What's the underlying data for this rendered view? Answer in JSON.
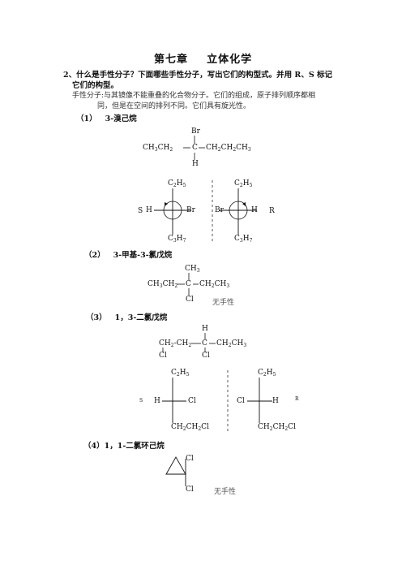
{
  "title": {
    "chapter": "第七章",
    "name": "立体化学"
  },
  "question": {
    "line1": "2、什么是手性分子？下面哪些手性分子，写出它们的构型式。并用 R、S 标记",
    "line2": "它们的构型。"
  },
  "answer": {
    "line1": "手性分子:与其镜像不能重叠的化合物分子。它们的组成，原子排列顺序都相",
    "line2": "同，但是在空间的排列不同。它们具有旋光性。"
  },
  "items": [
    {
      "number": "（1）",
      "name": "3-溴己烷",
      "formula": {
        "top": "Br",
        "left": "CH3CH2",
        "center": "C",
        "right": "CH2CH2CH3",
        "bottom": "H"
      },
      "fischer_left": {
        "label": "S",
        "top": "C2H5",
        "left": "H",
        "right": "Br",
        "bottom": "C3H7"
      },
      "fischer_right": {
        "label": "R",
        "top": "C2H5",
        "left": "Br",
        "right": "H",
        "bottom": "C3H7"
      }
    },
    {
      "number": "（2）",
      "name": "3-甲基-3-氯戊烷",
      "formula": {
        "top": "CH3",
        "left": "CH3CH2",
        "center": "C",
        "right": "CH2CH3",
        "bottom": "Cl"
      },
      "note": "无手性"
    },
    {
      "number": "（3）",
      "name": "1，3-二氯戊烷",
      "formula": {
        "top": "H",
        "left": "CH2-CH2",
        "center": "C",
        "right": "CH2CH3",
        "bottom_left": "Cl",
        "bottom": "Cl"
      },
      "fischer_left": {
        "label": "S",
        "top": "C2H5",
        "left": "H",
        "right": "Cl",
        "bottom": "CH2CH2Cl"
      },
      "fischer_right": {
        "label": "R",
        "top": "C2H5",
        "left": "Cl",
        "right": "H",
        "bottom": "CH2CH2Cl"
      }
    },
    {
      "number": "（4）",
      "name": "1，1-二氯环己烷",
      "formula": {
        "top": "Cl",
        "bottom": "Cl"
      },
      "note": "无手性"
    }
  ]
}
